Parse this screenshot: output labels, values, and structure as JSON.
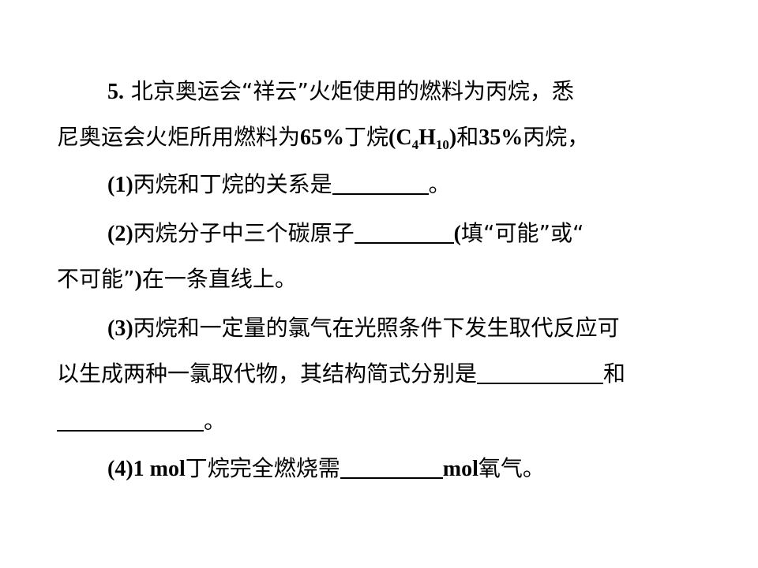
{
  "question": {
    "number": "5",
    "number_sep": ".",
    "intro_line1": "北京奥运会“祥云”火炬使用的燃料为丙烷，悉",
    "intro_line2_pre": "尼奥运会火炬所用燃料为",
    "butane_pct": "65%",
    "butane_word": "丁烷",
    "formula_open": "(C",
    "formula_sub1": "4",
    "formula_h": "H",
    "formula_sub2": "10",
    "formula_close": ")",
    "and_word": "和",
    "propane_pct": "35%",
    "propane_tail": "丙烷，"
  },
  "parts": {
    "p1": {
      "label": "(1)",
      "text": "丙烷和丁烷的关系是",
      "end": "。"
    },
    "p2": {
      "label": "(2)",
      "text": "丙烷分子中三个碳原子",
      "paren_open": "(",
      "hint_line1": "填“可能”或“",
      "hint_line2": "不可能”",
      "paren_close": ")",
      "tail": "在一条直线上。"
    },
    "p3": {
      "label": "(3)",
      "line1": "丙烷和一定量的氯气在光照条件下发生取代反应可",
      "line2": "以生成两种一氯取代物，其结构简式分别是",
      "and_word": "和",
      "end": "。"
    },
    "p4": {
      "label": "(4)",
      "amount": "1 mol",
      "text": "丁烷完全燃烧需",
      "unit": "mol",
      "tail": "氧气。"
    }
  }
}
